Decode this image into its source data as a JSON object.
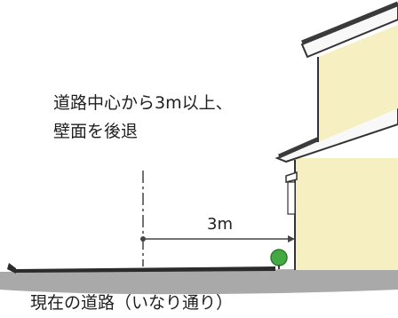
{
  "note": {
    "line1": "道路中心から3m以上、",
    "line2": "壁面を後退"
  },
  "dimension_label": "3m",
  "caption": "現在の道路（いなり通り）",
  "colors": {
    "ground": "#a9a9a9",
    "road": "#2b2b2b",
    "house_wall": "#f6efc1",
    "roof_band": "#3a3a3a",
    "roof_fill": "#f8f8f8",
    "line": "#444444",
    "tree": "#43a942"
  }
}
